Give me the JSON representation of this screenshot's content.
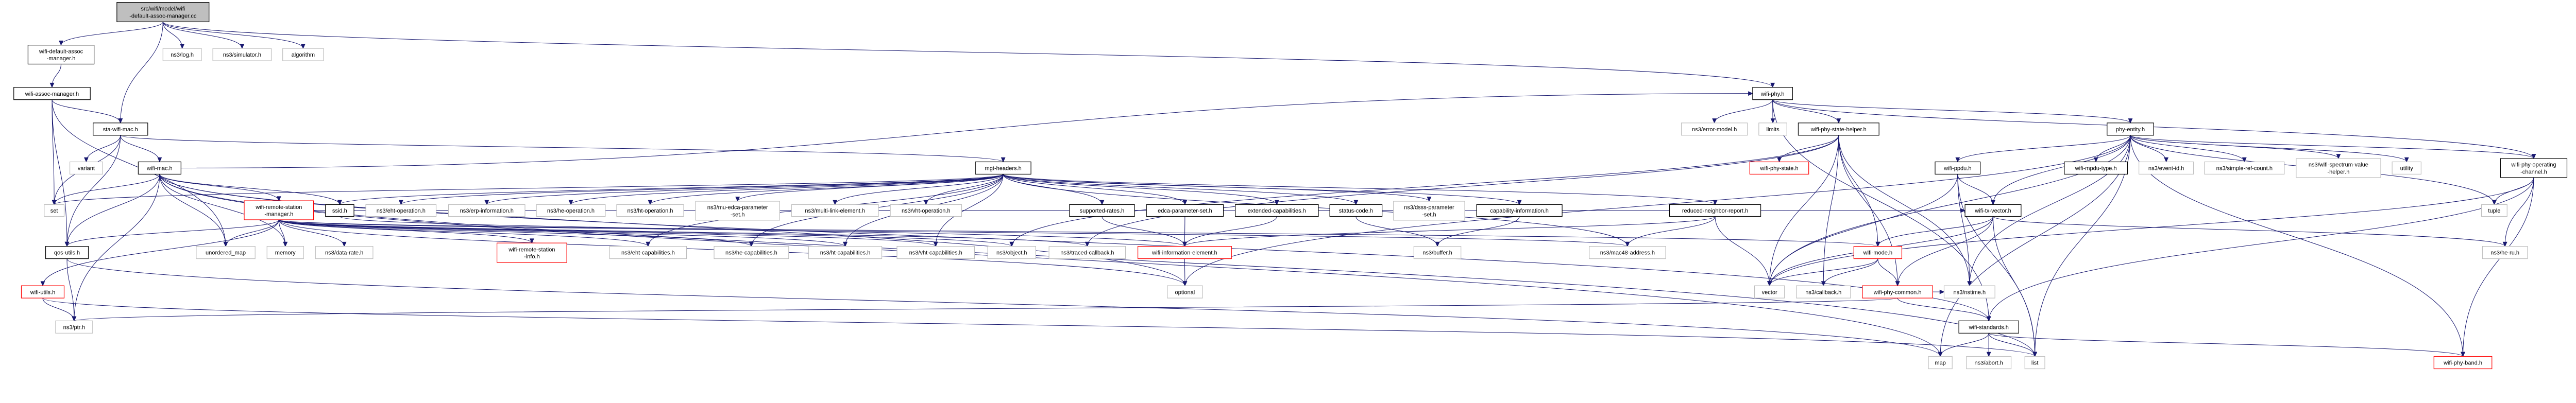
{
  "colors": {
    "edge": "#191970",
    "root_fill": "#bfbfbf",
    "documented_border": "#000000",
    "external_border": "#bfbfbf",
    "truncated_border": "#ff0000"
  },
  "nodes": [
    {
      "id": "root",
      "lines": [
        "src/wifi/model/wifi",
        "-default-assoc-manager.cc"
      ],
      "kind": "root"
    },
    {
      "id": "wdam",
      "lines": [
        "wifi-default-assoc",
        "-manager.h"
      ],
      "kind": "doc"
    },
    {
      "id": "log",
      "lines": [
        "ns3/log.h"
      ],
      "kind": "ext"
    },
    {
      "id": "sim",
      "lines": [
        "ns3/simulator.h"
      ],
      "kind": "ext"
    },
    {
      "id": "algorithm",
      "lines": [
        "algorithm"
      ],
      "kind": "ext"
    },
    {
      "id": "wam",
      "lines": [
        "wifi-assoc-manager.h"
      ],
      "kind": "doc"
    },
    {
      "id": "wphy",
      "lines": [
        "wifi-phy.h"
      ],
      "kind": "doc"
    },
    {
      "id": "sta",
      "lines": [
        "sta-wifi-mac.h"
      ],
      "kind": "doc"
    },
    {
      "id": "errmodel",
      "lines": [
        "ns3/error-model.h"
      ],
      "kind": "ext"
    },
    {
      "id": "limits",
      "lines": [
        "limits"
      ],
      "kind": "ext"
    },
    {
      "id": "wpsh",
      "lines": [
        "wifi-phy-state-helper.h"
      ],
      "kind": "doc"
    },
    {
      "id": "phyent",
      "lines": [
        "phy-entity.h"
      ],
      "kind": "doc"
    },
    {
      "id": "variant",
      "lines": [
        "variant"
      ],
      "kind": "ext"
    },
    {
      "id": "wmac",
      "lines": [
        "wifi-mac.h"
      ],
      "kind": "doc"
    },
    {
      "id": "mgt",
      "lines": [
        "mgt-headers.h"
      ],
      "kind": "doc"
    },
    {
      "id": "wpstate",
      "lines": [
        "wifi-phy-state.h"
      ],
      "kind": "trunc"
    },
    {
      "id": "wppdu",
      "lines": [
        "wifi-ppdu.h"
      ],
      "kind": "doc"
    },
    {
      "id": "mpdutype",
      "lines": [
        "wifi-mpdu-type.h"
      ],
      "kind": "doc"
    },
    {
      "id": "eventid",
      "lines": [
        "ns3/event-id.h"
      ],
      "kind": "ext"
    },
    {
      "id": "simpleref",
      "lines": [
        "ns3/simple-ref-count.h"
      ],
      "kind": "ext"
    },
    {
      "id": "spectrum",
      "lines": [
        "ns3/wifi-spectrum-value",
        "-helper.h"
      ],
      "kind": "ext"
    },
    {
      "id": "utility",
      "lines": [
        "utility"
      ],
      "kind": "ext"
    },
    {
      "id": "opchan",
      "lines": [
        "wifi-phy-operating",
        "-channel.h"
      ],
      "kind": "doc"
    },
    {
      "id": "set",
      "lines": [
        "set"
      ],
      "kind": "ext"
    },
    {
      "id": "wrsm",
      "lines": [
        "wifi-remote-station",
        "-manager.h"
      ],
      "kind": "trunc"
    },
    {
      "id": "ssid",
      "lines": [
        "ssid.h"
      ],
      "kind": "doc"
    },
    {
      "id": "ehtop",
      "lines": [
        "ns3/eht-operation.h"
      ],
      "kind": "ext"
    },
    {
      "id": "erp",
      "lines": [
        "ns3/erp-information.h"
      ],
      "kind": "ext"
    },
    {
      "id": "heop",
      "lines": [
        "ns3/he-operation.h"
      ],
      "kind": "ext"
    },
    {
      "id": "htop",
      "lines": [
        "ns3/ht-operation.h"
      ],
      "kind": "ext"
    },
    {
      "id": "muedca",
      "lines": [
        "ns3/mu-edca-parameter",
        "-set.h"
      ],
      "kind": "ext"
    },
    {
      "id": "mle",
      "lines": [
        "ns3/multi-link-element.h"
      ],
      "kind": "ext"
    },
    {
      "id": "vhtop",
      "lines": [
        "ns3/vht-operation.h"
      ],
      "kind": "ext"
    },
    {
      "id": "suprates",
      "lines": [
        "supported-rates.h"
      ],
      "kind": "doc"
    },
    {
      "id": "edca",
      "lines": [
        "edca-parameter-set.h"
      ],
      "kind": "doc"
    },
    {
      "id": "extcap",
      "lines": [
        "extended-capabilities.h"
      ],
      "kind": "doc"
    },
    {
      "id": "status",
      "lines": [
        "status-code.h"
      ],
      "kind": "doc"
    },
    {
      "id": "dsss",
      "lines": [
        "ns3/dsss-parameter",
        "-set.h"
      ],
      "kind": "ext"
    },
    {
      "id": "capinfo",
      "lines": [
        "capability-information.h"
      ],
      "kind": "doc"
    },
    {
      "id": "rnr",
      "lines": [
        "reduced-neighbor-report.h"
      ],
      "kind": "doc"
    },
    {
      "id": "txvec",
      "lines": [
        "wifi-tx-vector.h"
      ],
      "kind": "doc"
    },
    {
      "id": "tuple",
      "lines": [
        "tuple"
      ],
      "kind": "ext"
    },
    {
      "id": "qos",
      "lines": [
        "qos-utils.h"
      ],
      "kind": "doc"
    },
    {
      "id": "umap",
      "lines": [
        "unordered_map"
      ],
      "kind": "ext"
    },
    {
      "id": "memory",
      "lines": [
        "memory"
      ],
      "kind": "ext"
    },
    {
      "id": "datarate",
      "lines": [
        "ns3/data-rate.h"
      ],
      "kind": "ext"
    },
    {
      "id": "wrsi",
      "lines": [
        "wifi-remote-station",
        "-info.h"
      ],
      "kind": "trunc"
    },
    {
      "id": "ehtcap",
      "lines": [
        "ns3/eht-capabilities.h"
      ],
      "kind": "ext"
    },
    {
      "id": "hecap",
      "lines": [
        "ns3/he-capabilities.h"
      ],
      "kind": "ext"
    },
    {
      "id": "htcap",
      "lines": [
        "ns3/ht-capabilities.h"
      ],
      "kind": "ext"
    },
    {
      "id": "vhtcap",
      "lines": [
        "ns3/vht-capabilities.h"
      ],
      "kind": "ext"
    },
    {
      "id": "object",
      "lines": [
        "ns3/object.h"
      ],
      "kind": "ext"
    },
    {
      "id": "traced",
      "lines": [
        "ns3/traced-callback.h"
      ],
      "kind": "ext"
    },
    {
      "id": "wie",
      "lines": [
        "wifi-information-element.h"
      ],
      "kind": "trunc"
    },
    {
      "id": "buffer",
      "lines": [
        "ns3/buffer.h"
      ],
      "kind": "ext"
    },
    {
      "id": "mac48",
      "lines": [
        "ns3/mac48-address.h"
      ],
      "kind": "ext"
    },
    {
      "id": "wmode",
      "lines": [
        "wifi-mode.h"
      ],
      "kind": "trunc"
    },
    {
      "id": "heru",
      "lines": [
        "ns3/he-ru.h"
      ],
      "kind": "ext"
    },
    {
      "id": "wutils",
      "lines": [
        "wifi-utils.h"
      ],
      "kind": "trunc"
    },
    {
      "id": "optional",
      "lines": [
        "optional"
      ],
      "kind": "ext"
    },
    {
      "id": "vector",
      "lines": [
        "vector"
      ],
      "kind": "ext"
    },
    {
      "id": "callback",
      "lines": [
        "ns3/callback.h"
      ],
      "kind": "ext"
    },
    {
      "id": "wpcommon",
      "lines": [
        "wifi-phy-common.h"
      ],
      "kind": "trunc"
    },
    {
      "id": "nstime",
      "lines": [
        "ns3/nstime.h"
      ],
      "kind": "ext"
    },
    {
      "id": "ptr",
      "lines": [
        "ns3/ptr.h"
      ],
      "kind": "ext"
    },
    {
      "id": "wstd",
      "lines": [
        "wifi-standards.h"
      ],
      "kind": "doc"
    },
    {
      "id": "map",
      "lines": [
        "map"
      ],
      "kind": "ext"
    },
    {
      "id": "abort",
      "lines": [
        "ns3/abort.h"
      ],
      "kind": "ext"
    },
    {
      "id": "list",
      "lines": [
        "list"
      ],
      "kind": "ext"
    },
    {
      "id": "band",
      "lines": [
        "wifi-phy-band.h"
      ],
      "kind": "trunc"
    }
  ],
  "edges": [
    [
      "root",
      "wdam"
    ],
    [
      "root",
      "sta"
    ],
    [
      "root",
      "log"
    ],
    [
      "root",
      "sim"
    ],
    [
      "root",
      "algorithm"
    ],
    [
      "root",
      "wphy"
    ],
    [
      "wdam",
      "wam"
    ],
    [
      "wam",
      "sta"
    ],
    [
      "wam",
      "set"
    ],
    [
      "wam",
      "qos"
    ],
    [
      "wam",
      "umap"
    ],
    [
      "sta",
      "variant"
    ],
    [
      "sta",
      "wmac"
    ],
    [
      "sta",
      "qos"
    ],
    [
      "sta",
      "mgt"
    ],
    [
      "sta",
      "set"
    ],
    [
      "wmac",
      "set"
    ],
    [
      "wmac",
      "qos"
    ],
    [
      "wmac",
      "umap"
    ],
    [
      "wmac",
      "memory"
    ],
    [
      "wmac",
      "wrsm"
    ],
    [
      "wmac",
      "ssid"
    ],
    [
      "wmac",
      "optional"
    ],
    [
      "wmac",
      "wstd"
    ],
    [
      "wmac",
      "list"
    ],
    [
      "wmac",
      "map"
    ],
    [
      "wmac",
      "ptr"
    ],
    [
      "wmac",
      "wphy"
    ],
    [
      "mgt",
      "ssid"
    ],
    [
      "mgt",
      "ehtop"
    ],
    [
      "mgt",
      "erp"
    ],
    [
      "mgt",
      "heop"
    ],
    [
      "mgt",
      "htop"
    ],
    [
      "mgt",
      "muedca"
    ],
    [
      "mgt",
      "mle"
    ],
    [
      "mgt",
      "vhtop"
    ],
    [
      "mgt",
      "suprates"
    ],
    [
      "mgt",
      "edca"
    ],
    [
      "mgt",
      "extcap"
    ],
    [
      "mgt",
      "status"
    ],
    [
      "mgt",
      "dsss"
    ],
    [
      "mgt",
      "capinfo"
    ],
    [
      "mgt",
      "rnr"
    ],
    [
      "mgt",
      "mac48"
    ],
    [
      "mgt",
      "ehtcap"
    ],
    [
      "mgt",
      "hecap"
    ],
    [
      "mgt",
      "htcap"
    ],
    [
      "mgt",
      "vhtcap"
    ],
    [
      "mgt",
      "set"
    ],
    [
      "wrsm",
      "qos"
    ],
    [
      "wrsm",
      "umap"
    ],
    [
      "wrsm",
      "memory"
    ],
    [
      "wrsm",
      "datarate"
    ],
    [
      "wrsm",
      "wrsi"
    ],
    [
      "wrsm",
      "ehtcap"
    ],
    [
      "wrsm",
      "hecap"
    ],
    [
      "wrsm",
      "htcap"
    ],
    [
      "wrsm",
      "vhtcap"
    ],
    [
      "wrsm",
      "object"
    ],
    [
      "wrsm",
      "traced"
    ],
    [
      "wrsm",
      "wutils"
    ],
    [
      "wrsm",
      "mac48"
    ],
    [
      "wrsm",
      "wmode"
    ],
    [
      "wrsm",
      "optional"
    ],
    [
      "wrsm",
      "txvec"
    ],
    [
      "ssid",
      "wie"
    ],
    [
      "suprates",
      "wie"
    ],
    [
      "edca",
      "wie"
    ],
    [
      "extcap",
      "wie"
    ],
    [
      "status",
      "buffer"
    ],
    [
      "capinfo",
      "buffer"
    ],
    [
      "rnr",
      "mac48"
    ],
    [
      "rnr",
      "vector"
    ],
    [
      "rnr",
      "wie"
    ],
    [
      "wie",
      "optional"
    ],
    [
      "qos",
      "ptr"
    ],
    [
      "qos",
      "map"
    ],
    [
      "wutils",
      "ptr"
    ],
    [
      "wutils",
      "list"
    ],
    [
      "wphy",
      "errmodel"
    ],
    [
      "wphy",
      "limits"
    ],
    [
      "wphy",
      "wpsh"
    ],
    [
      "wphy",
      "phyent"
    ],
    [
      "wphy",
      "opchan"
    ],
    [
      "wphy",
      "wstd"
    ],
    [
      "wpsh",
      "wpstate"
    ],
    [
      "wpsh",
      "vector"
    ],
    [
      "wpsh",
      "callback"
    ],
    [
      "wpsh",
      "wmode"
    ],
    [
      "wpsh",
      "object"
    ],
    [
      "wpsh",
      "traced"
    ],
    [
      "wpsh",
      "wpcommon"
    ],
    [
      "wpsh",
      "nstime"
    ],
    [
      "phyent",
      "wppdu"
    ],
    [
      "phyent",
      "mpdutype"
    ],
    [
      "phyent",
      "eventid"
    ],
    [
      "phyent",
      "simpleref"
    ],
    [
      "phyent",
      "spectrum"
    ],
    [
      "phyent",
      "utility"
    ],
    [
      "phyent",
      "opchan"
    ],
    [
      "phyent",
      "tuple"
    ],
    [
      "phyent",
      "band"
    ],
    [
      "phyent",
      "txvec"
    ],
    [
      "phyent",
      "nstime"
    ],
    [
      "phyent",
      "list"
    ],
    [
      "phyent",
      "map"
    ],
    [
      "phyent",
      "optional"
    ],
    [
      "phyent",
      "vector"
    ],
    [
      "wppdu",
      "txvec"
    ],
    [
      "wppdu",
      "nstime"
    ],
    [
      "wppdu",
      "list"
    ],
    [
      "wppdu",
      "vector"
    ],
    [
      "txvec",
      "heru"
    ],
    [
      "txvec",
      "list"
    ],
    [
      "txvec",
      "wpcommon"
    ],
    [
      "txvec",
      "wmode"
    ],
    [
      "txvec",
      "vector"
    ],
    [
      "opchan",
      "tuple"
    ],
    [
      "opchan",
      "heru"
    ],
    [
      "opchan",
      "wstd"
    ],
    [
      "opchan",
      "band"
    ],
    [
      "opchan",
      "vector"
    ],
    [
      "wmode",
      "vector"
    ],
    [
      "wmode",
      "callback"
    ],
    [
      "wmode",
      "wpcommon"
    ],
    [
      "wpcommon",
      "wstd"
    ],
    [
      "wpcommon",
      "ptr"
    ],
    [
      "wpcommon",
      "nstime"
    ],
    [
      "wstd",
      "map"
    ],
    [
      "wstd",
      "abort"
    ],
    [
      "wstd",
      "list"
    ],
    [
      "wstd",
      "band"
    ]
  ]
}
